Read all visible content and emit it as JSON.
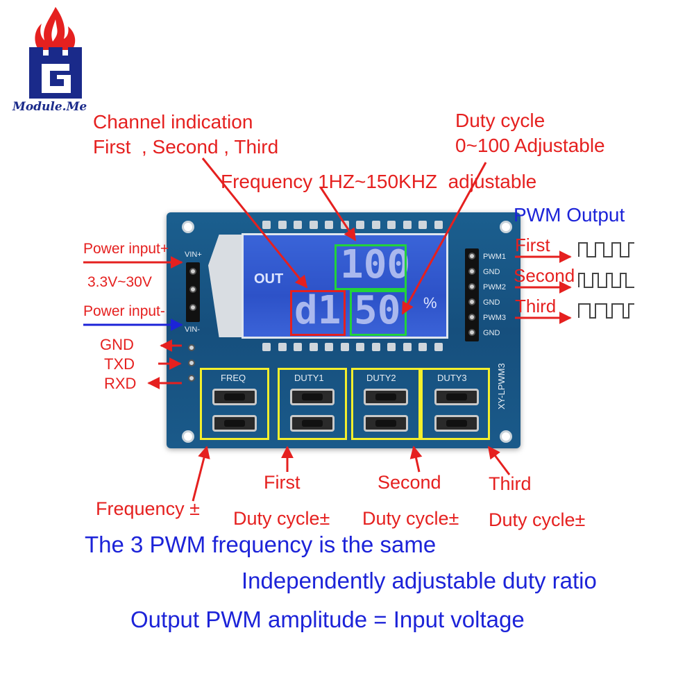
{
  "logo": {
    "text": "Module.Me",
    "brand_color": "#1a2a8a",
    "flame_color": "#e5201f"
  },
  "annotations": {
    "channel_title": "Channel indication",
    "channel_sub": "First  , Second , Third",
    "duty_title": "Duty cycle",
    "duty_sub": "0~100 Adjustable",
    "freq_range": "Frequency 1HZ~150KHZ  adjustable",
    "pwm_output": "PWM Output",
    "out_first": "First",
    "out_second": "Second",
    "out_third": "Third",
    "power_plus": "Power input+",
    "voltage": "3.3V~30V",
    "power_minus": "Power input-",
    "gnd": "GND",
    "txd": "TXD",
    "rxd": "RXD",
    "btn_first": "First",
    "btn_second": "Second",
    "btn_third": "Third",
    "freq_pm": "Frequency ±",
    "duty_pm_1": "Duty cycle±",
    "duty_pm_2": "Duty cycle±",
    "duty_pm_3": "Duty cycle±"
  },
  "notes": {
    "line1": "The 3 PWM frequency is the same",
    "line2": "Independently adjustable duty ratio",
    "line3": "Output PWM amplitude = Input voltage"
  },
  "board": {
    "lcd_out": "OUT",
    "lcd_top_value": "100",
    "lcd_channel": "d1",
    "lcd_duty_value": "50",
    "lcd_percent": "%",
    "vin_plus": "VIN+",
    "vin_minus": "VIN-",
    "model": "XY-LPWM3",
    "pins_right": [
      "PWM1",
      "GND",
      "PWM2",
      "GND",
      "PWM3",
      "GND"
    ],
    "buttons": [
      "FREQ",
      "DUTY1",
      "DUTY2",
      "DUTY3"
    ]
  },
  "colors": {
    "red": "#e5201f",
    "blue": "#1c23d8",
    "highlight_red": "#e5201f",
    "highlight_green": "#22d33a",
    "highlight_yellow": "#f4ef2c",
    "pcb": "#1b5f8f",
    "lcd": "#2d52c8"
  }
}
